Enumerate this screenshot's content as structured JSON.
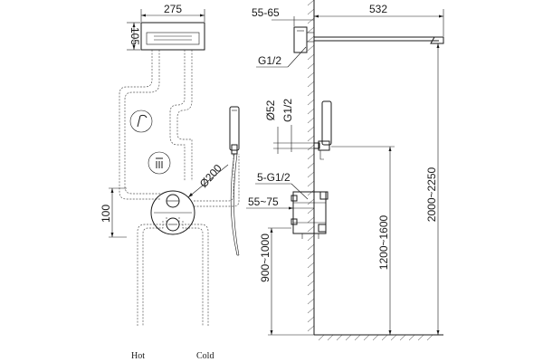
{
  "left_view": {
    "dim_width": "275",
    "dim_height": "105",
    "dim_diameter": "Ø200",
    "dim_100": "100",
    "label_hot": "Hot",
    "label_cold": "Cold"
  },
  "right_view": {
    "dim_55_65": "55-65",
    "dim_532": "532",
    "dim_g12_top": "G1/2",
    "dim_d52": "Ø52",
    "dim_g12_mid": "G1/2",
    "dim_5_g12": "5-G1/2",
    "dim_55_75": "55~75",
    "dim_900_1000": "900~1000",
    "dim_1200_1600": "1200~1600",
    "dim_2000_2250": "2000~2250"
  }
}
